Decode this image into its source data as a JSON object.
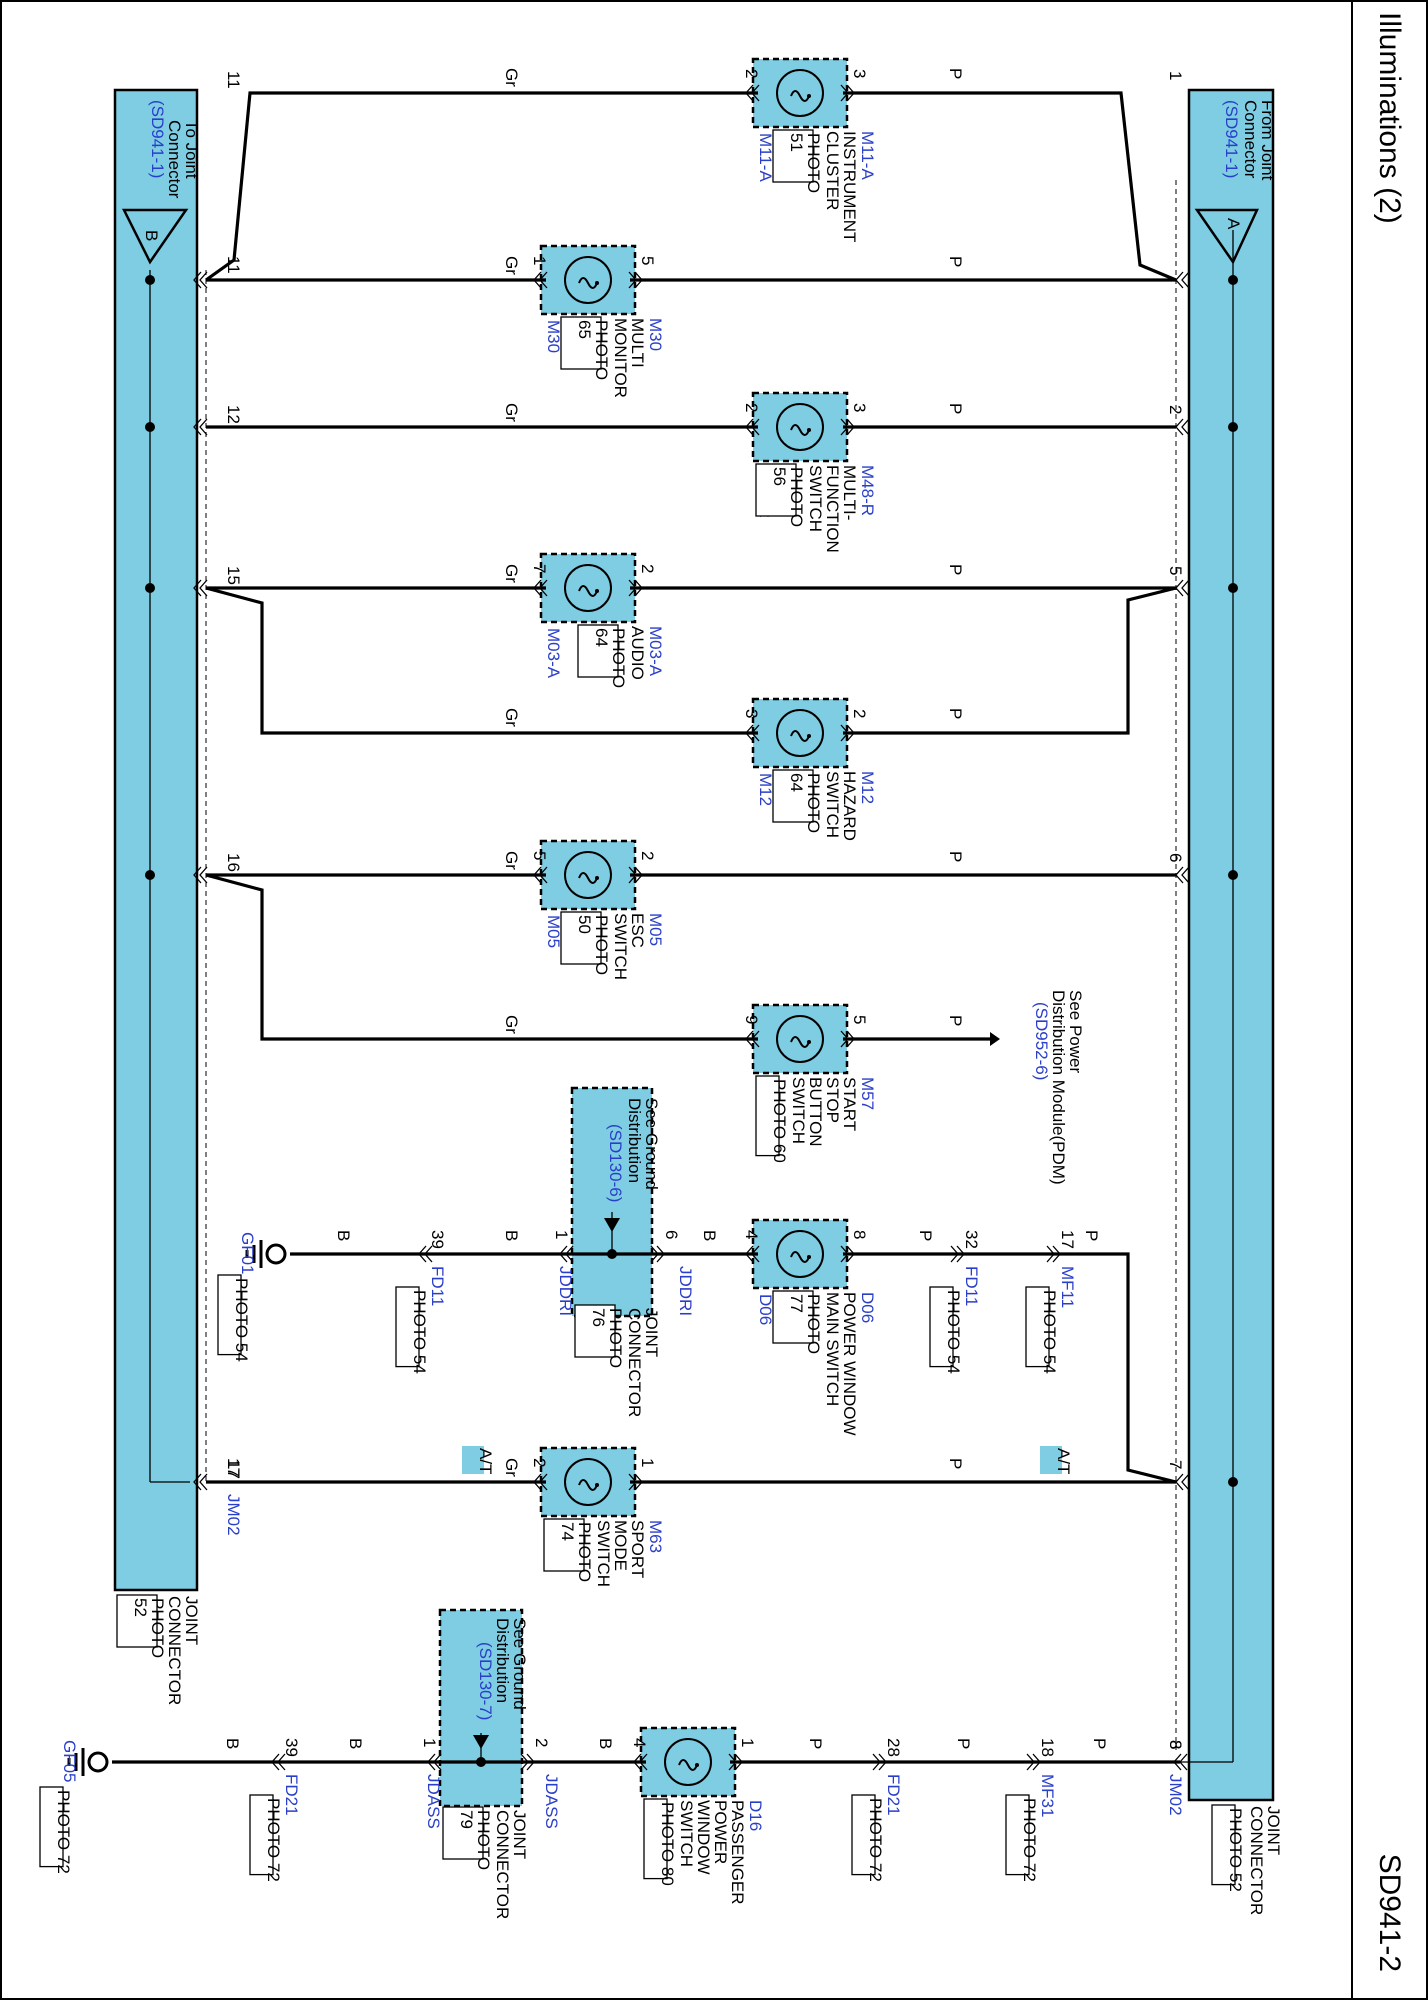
{
  "page": {
    "title": "Illuminations (2)",
    "code": "SD941-2"
  },
  "joint_from": {
    "text": [
      "From Joint",
      "Connector"
    ],
    "ref": "(SD941-1)",
    "letter": "A",
    "bottom_label": [
      "JOINT",
      "CONNECTOR"
    ],
    "bottom_photo": "PHOTO 52"
  },
  "joint_to": {
    "text": [
      "To Joint",
      "Connector"
    ],
    "ref": "(SD941-1)",
    "letter": "B",
    "bottom_label": [
      "JOINT",
      "CONNECTOR"
    ],
    "bottom_photo": [
      "PHOTO",
      "52"
    ]
  },
  "wire_colors": {
    "gray": "Gr",
    "pink": "P",
    "black": "B"
  },
  "components": [
    {
      "id": "instrument-cluster",
      "name": [
        "INSTRUMENT",
        "CLUSTER"
      ],
      "photo": [
        "PHOTO",
        "51"
      ],
      "left_pin": "2",
      "left_conn": "M11-A",
      "right_pin": "3",
      "right_conn": "M11-A",
      "joint_left_pin": "11",
      "joint_right_pin": "1"
    },
    {
      "id": "multi-monitor",
      "name": [
        "MULTI",
        "MONITOR"
      ],
      "photo": [
        "PHOTO",
        "65"
      ],
      "left_pin": "1",
      "left_conn": "M30",
      "right_pin": "5",
      "right_conn": "M30"
    },
    {
      "id": "multi-function-switch",
      "name": [
        "MULTI-",
        "FUNCTION",
        "SWITCH"
      ],
      "photo": [
        "PHOTO",
        "56"
      ],
      "left_pin": "2",
      "left_conn": "M48-R",
      "right_pin": "3",
      "right_conn": "M48-R",
      "joint_left_pin": "12",
      "joint_right_pin": "2"
    },
    {
      "id": "audio",
      "name": [
        "AUDIO"
      ],
      "photo": [
        "PHOTO",
        "64"
      ],
      "left_pin": "7",
      "left_conn": "M03-A",
      "right_pin": "2",
      "right_conn": "M03-A",
      "joint_left_pin": "15",
      "joint_right_pin": "5"
    },
    {
      "id": "hazard-switch",
      "name": [
        "HAZARD",
        "SWITCH"
      ],
      "photo": [
        "PHOTO",
        "64"
      ],
      "left_pin": "3",
      "left_conn": "M12",
      "right_pin": "2",
      "right_conn": "M12"
    },
    {
      "id": "esc-switch",
      "name": [
        "ESC",
        "SWITCH"
      ],
      "photo": [
        "PHOTO",
        "50"
      ],
      "left_pin": "5",
      "left_conn": "M05",
      "right_pin": "2",
      "right_conn": "M05",
      "joint_left_pin": "16",
      "joint_right_pin": "6"
    },
    {
      "id": "start-stop-button",
      "name": [
        "START",
        "STOP",
        "BUTTON",
        "SWITCH"
      ],
      "photo": [
        "PHOTO 60"
      ],
      "left_pin": "9",
      "left_conn": "M57",
      "right_pin": "5",
      "right_conn": "M57"
    },
    {
      "id": "power-window-main-switch",
      "name": [
        "POWER WINDOW",
        "MAIN SWITCH"
      ],
      "photo": [
        "PHOTO",
        "77"
      ],
      "left_pin": "4",
      "left_conn": "D06",
      "right_pin": "8",
      "right_conn": "D06"
    },
    {
      "id": "sport-mode-switch",
      "name": [
        "SPORT",
        "MODE",
        "SWITCH"
      ],
      "photo": [
        "PHOTO",
        "74"
      ],
      "left_pin": "2",
      "left_conn": "M63",
      "right_pin": "1",
      "right_conn": "M63",
      "joint_left_pin": "17",
      "joint_right_pin": "7"
    },
    {
      "id": "passenger-power-window-switch",
      "name": [
        "PASSENGER",
        "POWER",
        "WINDOW",
        "SWITCH"
      ],
      "photo": [
        "PHOTO 80"
      ],
      "left_pin": "4",
      "left_conn": "D16",
      "right_pin": "1",
      "right_conn": "D16",
      "joint_right_pin": "8"
    }
  ],
  "pdm_ref": {
    "text": [
      "See Power",
      "Distribution Module(PDM)"
    ],
    "ref": "(SD952-6)"
  },
  "ground_dist_1": {
    "text": [
      "See Ground",
      "Distribution"
    ],
    "ref": "(SD130-6)",
    "left_pin": "1",
    "left_conn": "JDDRI",
    "right_pin": "6",
    "right_conn": "JDDRI",
    "label": [
      "JOINT",
      "CONNECTOR"
    ],
    "photo": [
      "PHOTO",
      "76"
    ]
  },
  "ground_dist_2": {
    "text": [
      "See Ground",
      "Distribution"
    ],
    "ref": "(SD130-7)",
    "left_pin": "1",
    "left_conn": "JDASS",
    "right_pin": "2",
    "right_conn": "JDASS",
    "label": [
      "JOINT",
      "CONNECTOR"
    ],
    "photo": [
      "PHOTO",
      "79"
    ]
  },
  "inline_connectors": [
    {
      "pin": "39",
      "conn": "FD11",
      "photo": "PHOTO 54"
    },
    {
      "pin": "32",
      "conn": "FD11",
      "photo": "PHOTO 54"
    },
    {
      "pin": "17",
      "conn": "MF11",
      "photo": "PHOTO 54"
    },
    {
      "pin": "39",
      "conn": "FD21",
      "photo": "PHOTO 72"
    },
    {
      "pin": "28",
      "conn": "FD21",
      "photo": "PHOTO 72"
    },
    {
      "pin": "18",
      "conn": "MF31",
      "photo": "PHOTO 72"
    }
  ],
  "grounds": [
    {
      "name": "GF01",
      "photo": "PHOTO 54"
    },
    {
      "name": "GF05",
      "photo": "PHOTO 72"
    }
  ],
  "jm02": {
    "left_pin": "17",
    "left_conn": "JM02",
    "right_pin": "8",
    "right_conn": "JM02"
  },
  "option_tag": "A/T"
}
